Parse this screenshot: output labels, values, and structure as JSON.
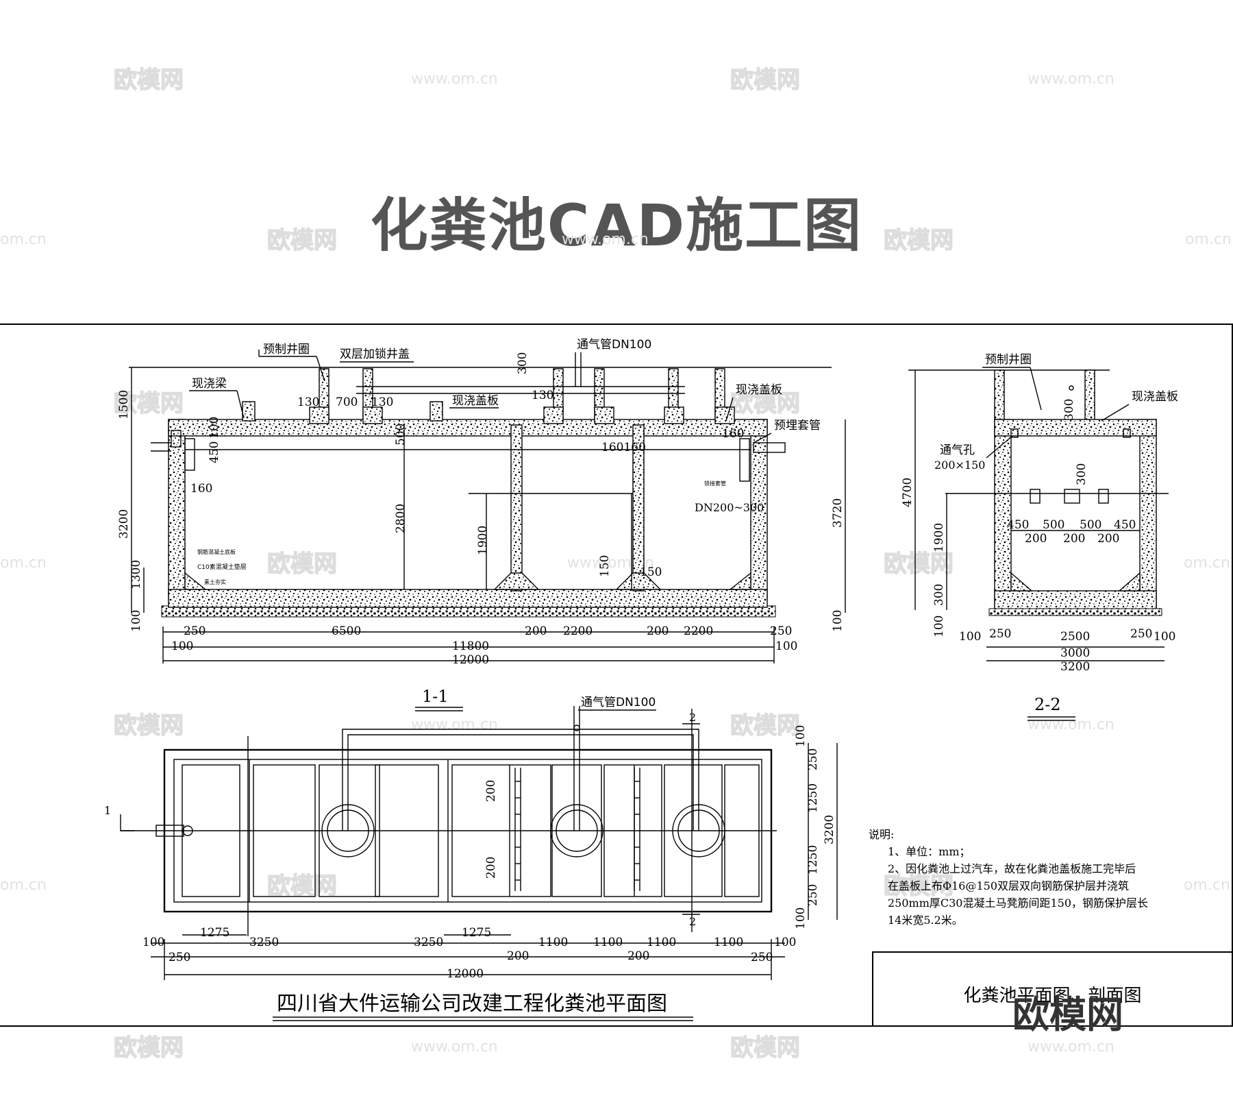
{
  "page_title": "化粪池CAD施工图",
  "watermark": {
    "brand": "欧模网",
    "url": "www.om.cn",
    "url_partial": "om.cn"
  },
  "section_1_1": {
    "caption": "1-1",
    "labels": {
      "precast_ring": "预制井圈",
      "double_lock_cover": "双层加锁井盖",
      "vent_pipe": "通气管DN100",
      "cast_beam": "现浇梁",
      "cast_slab_mid": "现浇盖板",
      "cast_slab_right": "现浇盖板",
      "embedded_sleeve": "预埋套管",
      "pipe_dn": "DN200~300",
      "tiny_right": "锁接套管",
      "tiny_layer1": "钢筋混凝土底板",
      "tiny_layer2": "C10素混凝土垫层",
      "tiny_layer3": "素土夯实"
    },
    "dims": {
      "d1500": "1500",
      "d3200": "3200",
      "d1300": "1300",
      "d100l": "100",
      "d130a": "130",
      "d700": "700",
      "d130b": "130",
      "d300": "300",
      "d130c": "130",
      "d450": "450",
      "d100v": "100",
      "d160a": "160",
      "d500": "500",
      "d2800": "2800",
      "d1900": "1900",
      "d160160": "160160",
      "d150a": "150",
      "d150b": "150",
      "d160b": "160",
      "d3720": "3720",
      "d100r": "100",
      "b250a": "250",
      "b6500": "6500",
      "b200a": "200",
      "b2200a": "2200",
      "b200b": "200",
      "b2200b": "2200",
      "b250b": "250",
      "b100a": "100",
      "b11800": "11800",
      "b100b": "100",
      "b12000": "12000"
    }
  },
  "section_2_2": {
    "caption": "2-2",
    "labels": {
      "precast_ring": "预制井圈",
      "cast_slab": "现浇盖板",
      "vent_hole": "通气孔",
      "vent_hole_size": "200×150"
    },
    "dims": {
      "d300top": "300",
      "d4700": "4700",
      "d300mid": "300",
      "d1900": "1900",
      "d300b": "300",
      "d100": "100",
      "h450a": "450",
      "h500a": "500",
      "h500b": "500",
      "h450b": "450",
      "h200a": "200",
      "h200b": "200",
      "h200c": "200",
      "b100a": "100",
      "b250a": "250",
      "b2500": "2500",
      "b250b": "250",
      "b100b": "100",
      "b3000": "3000",
      "b3200": "3200"
    }
  },
  "plan": {
    "vent_pipe": "通气管DN100",
    "mark_1": "1",
    "mark_2_top": "2",
    "mark_2_bottom": "2",
    "dims": {
      "r100a": "100",
      "r250a": "250",
      "r1250a": "1250",
      "r3200": "3200",
      "r1250b": "1250",
      "r250b": "250",
      "r100b": "100",
      "i200a": "200",
      "i200b": "200",
      "p1275a": "1275",
      "p1275b": "1275",
      "p100a": "100",
      "p3250a": "3250",
      "p3250b": "3250",
      "p1100a": "1100",
      "p1100b": "1100",
      "p1100c": "1100",
      "p1100d": "1100",
      "p100b": "100",
      "p250a": "250",
      "p200a": "200",
      "p200b": "200",
      "p250b": "250",
      "p12000": "12000"
    },
    "title": "四川省大件运输公司改建工程化粪池平面图"
  },
  "notes": {
    "heading": "说明:",
    "item1": "1、单位：mm；",
    "item2_line1": "2、因化粪池上过汽车，故在化粪池盖板施工完毕后",
    "item2_line2": "在盖板上布Φ16@150双层双向钢筋保护层并浇筑",
    "item2_line3": "250mm厚C30混凝土马凳筋间距150，钢筋保护层长",
    "item2_line4": "14米宽5.2米。"
  },
  "title_block": {
    "text": "化粪池平面图、剖面图"
  },
  "corner_logo": "欧模网"
}
